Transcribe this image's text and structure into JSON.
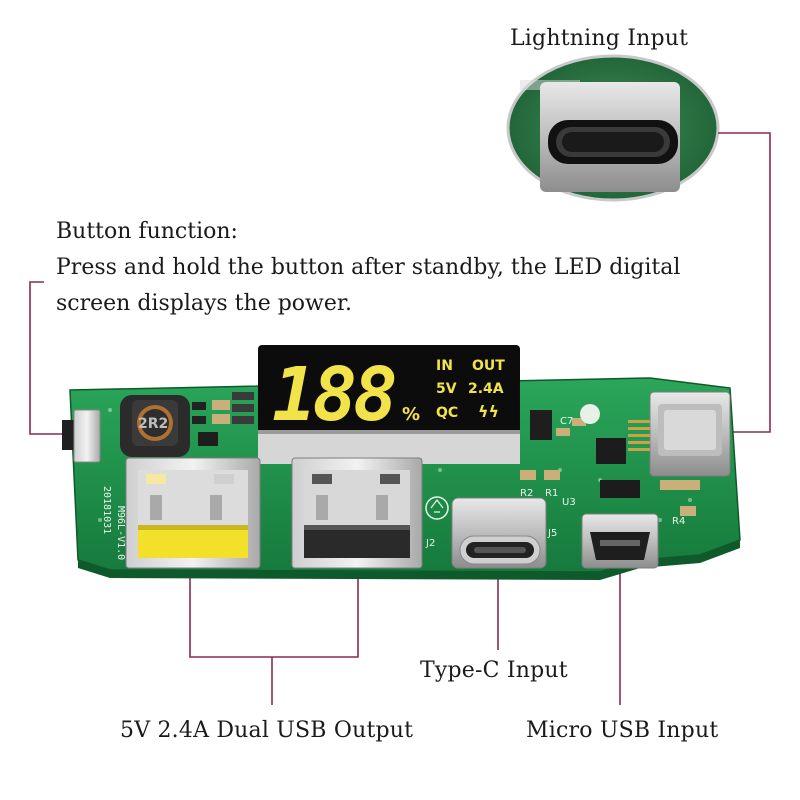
{
  "labels": {
    "lightning": "Lightning Input",
    "button_title": "Button function:",
    "button_line1": "Press and hold the button after standby, the LED digital",
    "button_line2": "screen displays the power.",
    "typec": "Type-C Input",
    "dual_usb": "5V 2.4A Dual USB Output",
    "micro_usb": "Micro USB Input"
  },
  "display": {
    "digits": "188",
    "percent": "%",
    "in": "IN",
    "out": "OUT",
    "volt": "5V",
    "amp": "2.4A",
    "qc": "QC",
    "bolt": "ϟϟ"
  },
  "board_text": {
    "inductor": "2R2",
    "model": "M96L-V1.0",
    "date": "20181031",
    "j5": "J5",
    "j2": "J2",
    "r2": "R2",
    "r1": "R1",
    "u3": "U3",
    "c7": "C7",
    "r4": "R4"
  },
  "colors": {
    "pcb": "#1f8f4a",
    "line": "#8b2a55",
    "display_digit": "#f2e34a",
    "yellow_usb": "#f2e02a"
  }
}
